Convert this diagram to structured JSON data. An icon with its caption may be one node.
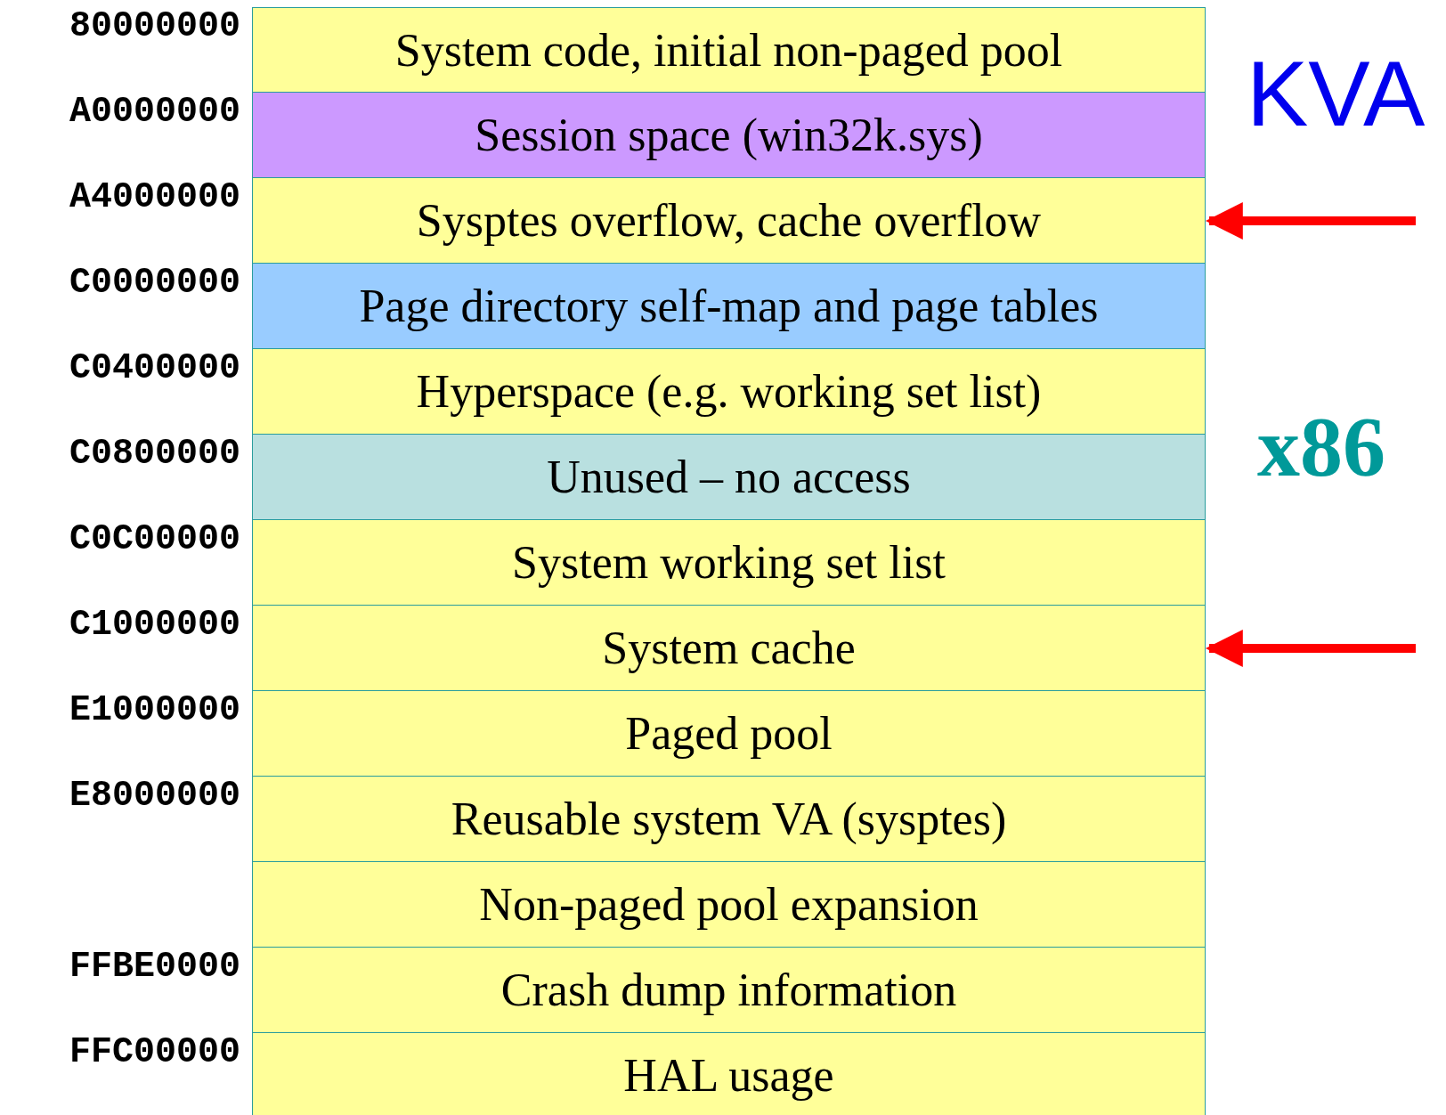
{
  "diagram": {
    "nodes": [
      {
        "text": [
          "System code, initial non-paged pool"
        ]
      },
      {
        "text": [
          "Session space (win32k.sys)"
        ]
      },
      {
        "text": [
          "Sysptes overflow, cache overflow"
        ]
      },
      {
        "text": [
          "Page directory self-map and page tables"
        ]
      },
      {
        "text": [
          "Hyperspace (e.g. working set list)"
        ]
      },
      {
        "text": [
          "Unused – no access"
        ]
      },
      {
        "text": [
          "System working set list"
        ]
      },
      {
        "text": [
          "System cache"
        ]
      },
      {
        "text": [
          "Paged pool"
        ]
      },
      {
        "text": [
          "Reusable system VA (sysptes)"
        ]
      },
      {
        "text": [
          "Non-paged pool expansion"
        ]
      },
      {
        "text": [
          "Crash dump information"
        ]
      },
      {
        "text": [
          "HAL usage"
        ]
      }
    ],
    "edges": [
      {
        "from": null,
        "to": 2,
        "arrow": "to"
      },
      {
        "from": null,
        "to": 7,
        "arrow": "to"
      }
    ],
    "labels": [
      "80000000",
      "KVA",
      "A0000000",
      "A4000000",
      "C0000000",
      "C0400000",
      "C0800000",
      "x86",
      "C0C00000",
      "C1000000",
      "E1000000",
      "E8000000",
      "FFBE0000",
      "FFC00000"
    ]
  }
}
